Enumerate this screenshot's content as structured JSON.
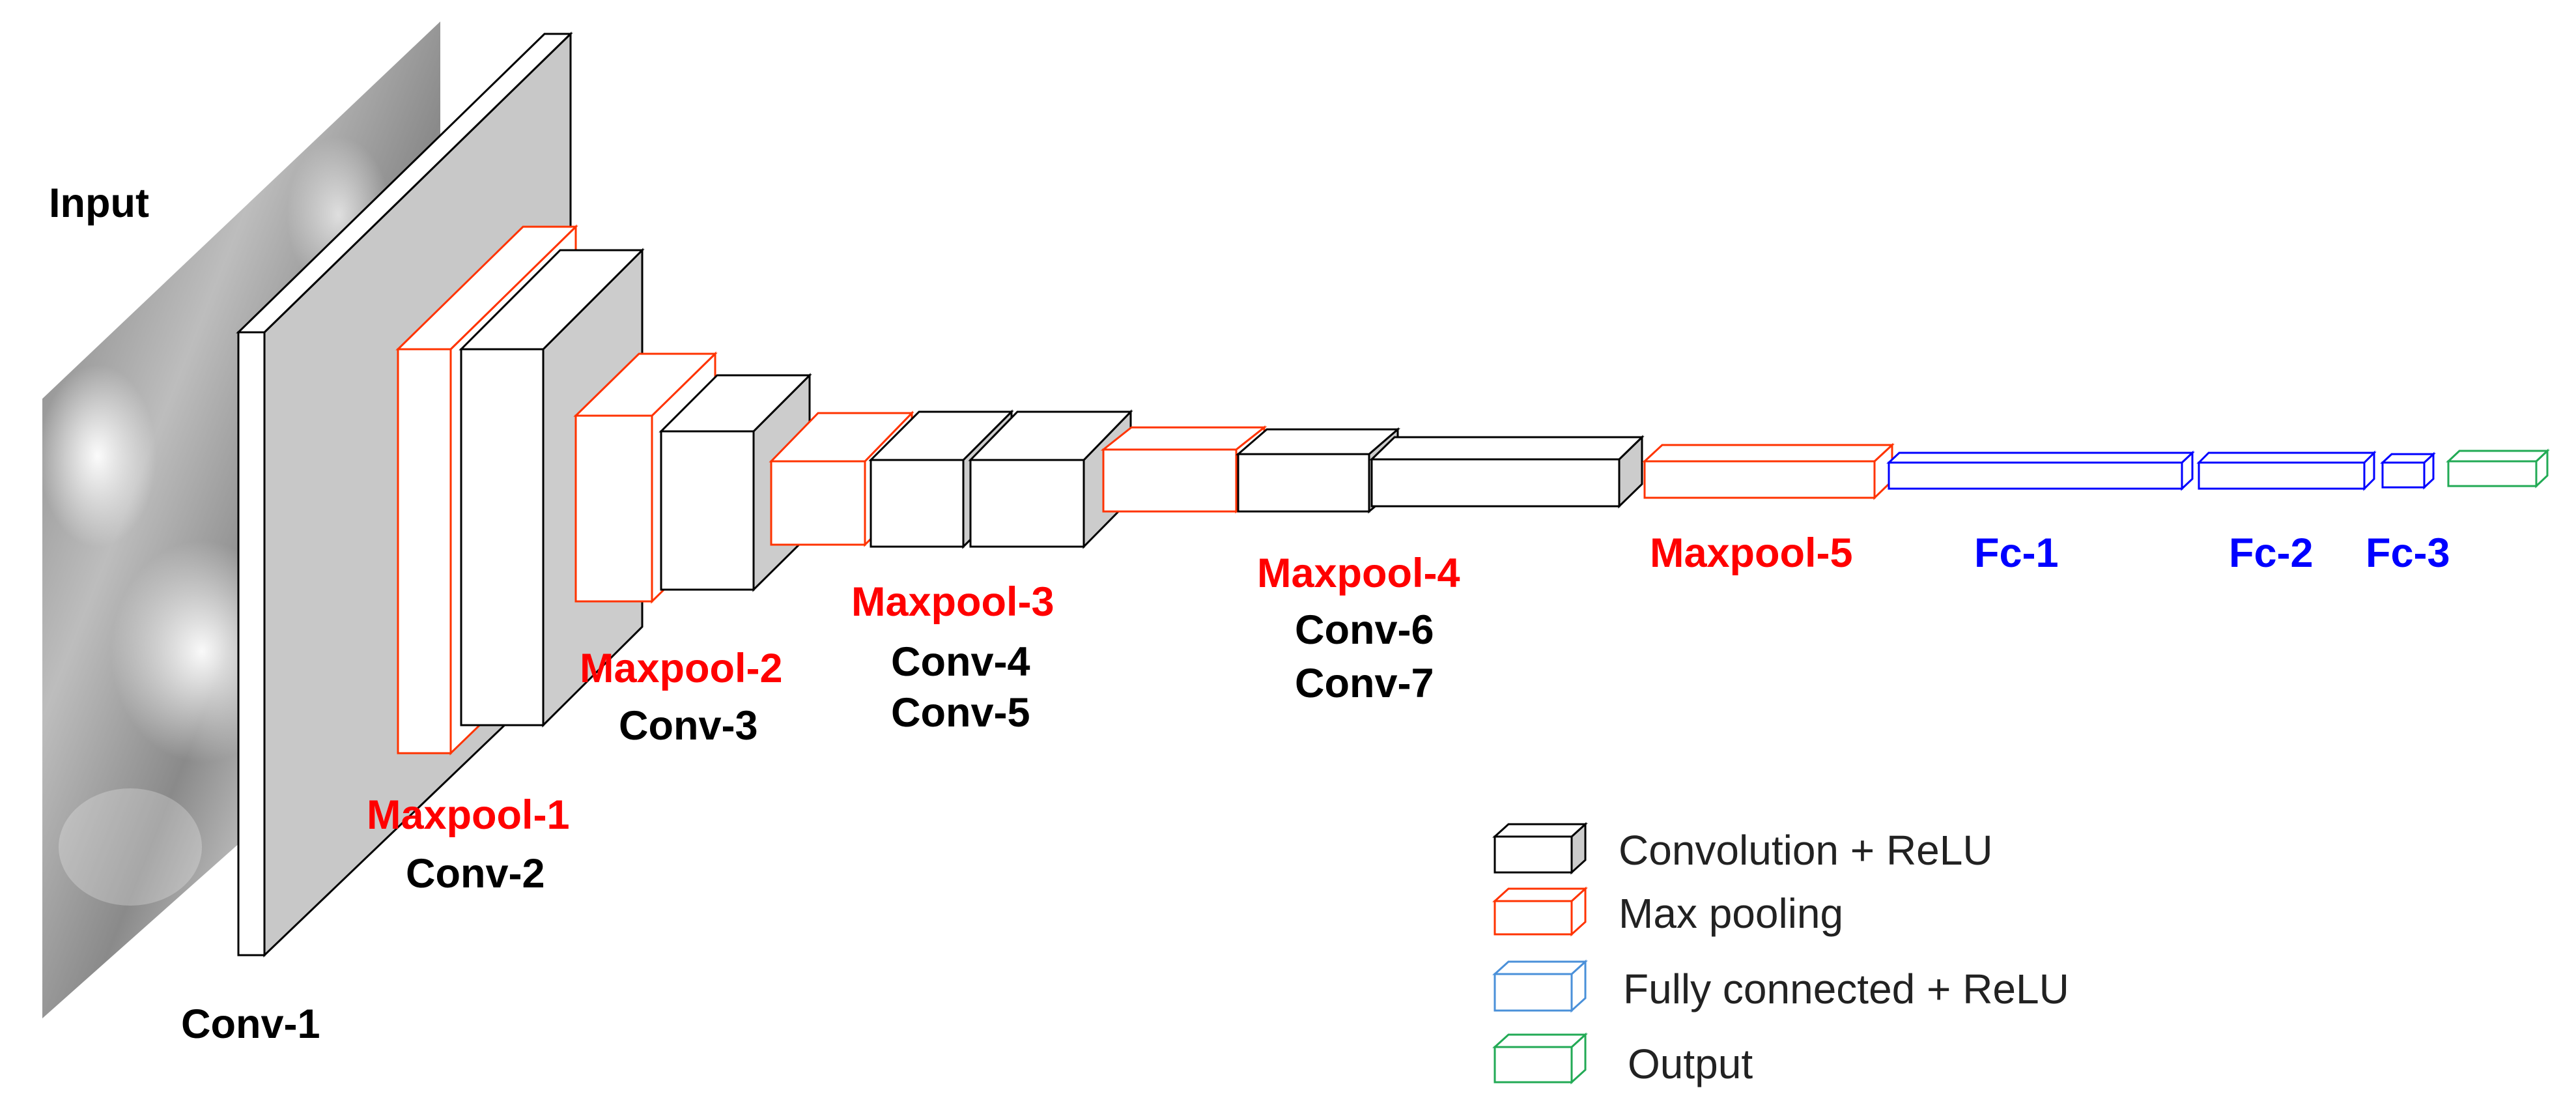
{
  "labels": {
    "input": "Input",
    "conv1": "Conv-1",
    "maxpool1": "Maxpool-1",
    "conv2": "Conv-2",
    "maxpool2": "Maxpool-2",
    "conv3": "Conv-3",
    "maxpool3": "Maxpool-3",
    "conv4": "Conv-4",
    "conv5": "Conv-5",
    "maxpool4": "Maxpool-4",
    "conv6": "Conv-6",
    "conv7": "Conv-7",
    "maxpool5": "Maxpool-5",
    "fc1": "Fc-1",
    "fc2": "Fc-2",
    "fc3": "Fc-3"
  },
  "legend": {
    "conv": "Convolution + ReLU",
    "pool": "Max pooling",
    "fc": "Fully connected + ReLU",
    "output": "Output"
  },
  "colors": {
    "conv": "#000000",
    "pool": "#ff3300",
    "fc": "#0000ff",
    "legend_fc": "#4a90d9",
    "output": "#22aa55",
    "label_pool": "#ff0000",
    "label_fc": "#0000ff",
    "label_conv": "#000000"
  }
}
